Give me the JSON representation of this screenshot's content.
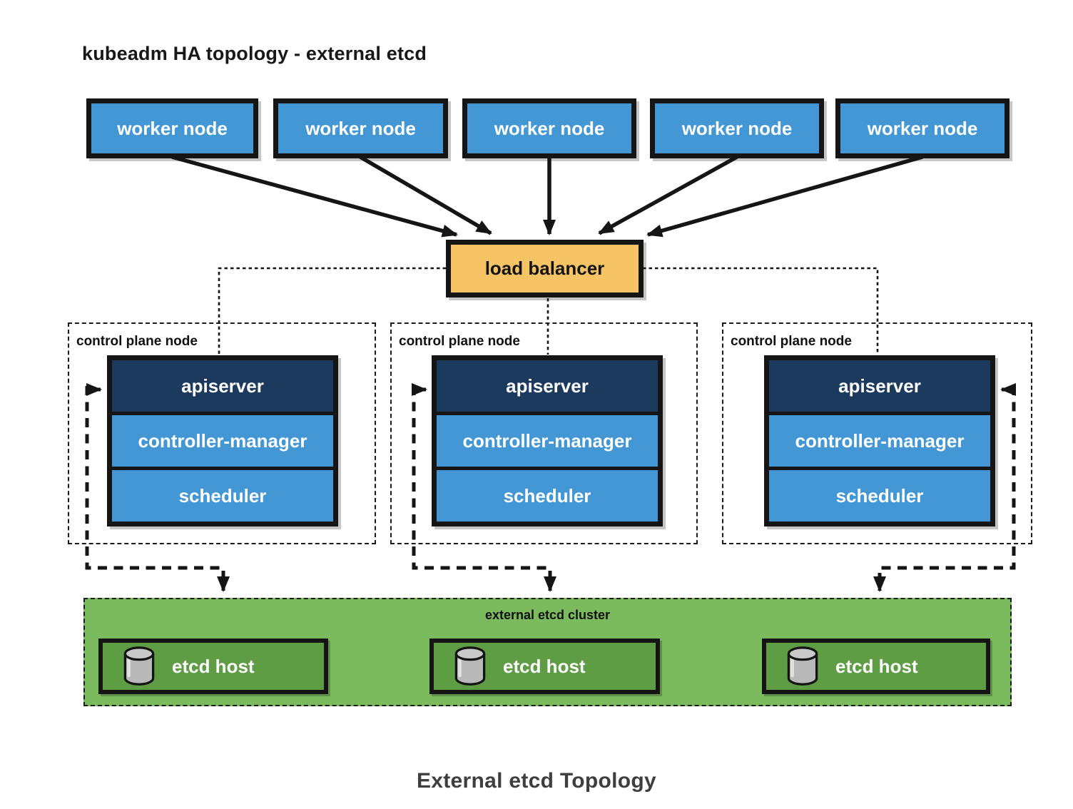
{
  "title": "kubeadm HA topology - external etcd",
  "caption": "External etcd Topology",
  "workers": {
    "items": [
      {
        "label": "worker node"
      },
      {
        "label": "worker node"
      },
      {
        "label": "worker node"
      },
      {
        "label": "worker node"
      },
      {
        "label": "worker node"
      }
    ]
  },
  "load_balancer": {
    "label": "load balancer"
  },
  "control_planes": {
    "items": [
      {
        "label": "control plane node",
        "components": [
          "apiserver",
          "controller-manager",
          "scheduler"
        ]
      },
      {
        "label": "control plane node",
        "components": [
          "apiserver",
          "controller-manager",
          "scheduler"
        ]
      },
      {
        "label": "control plane node",
        "components": [
          "apiserver",
          "controller-manager",
          "scheduler"
        ]
      }
    ]
  },
  "etcd": {
    "cluster_label": "external etcd cluster",
    "hosts": [
      {
        "label": "etcd host",
        "icon": "database-cylinder-icon"
      },
      {
        "label": "etcd host",
        "icon": "database-cylinder-icon"
      },
      {
        "label": "etcd host",
        "icon": "database-cylinder-icon"
      }
    ]
  },
  "colors": {
    "node_blue": "#4397d4",
    "apiserver_navy": "#1c3a5e",
    "load_balancer_orange": "#f6c365",
    "cluster_green": "#7cba5e",
    "host_green": "#5e9d44",
    "line_black": "#151515",
    "text_white": "#ffffff"
  }
}
